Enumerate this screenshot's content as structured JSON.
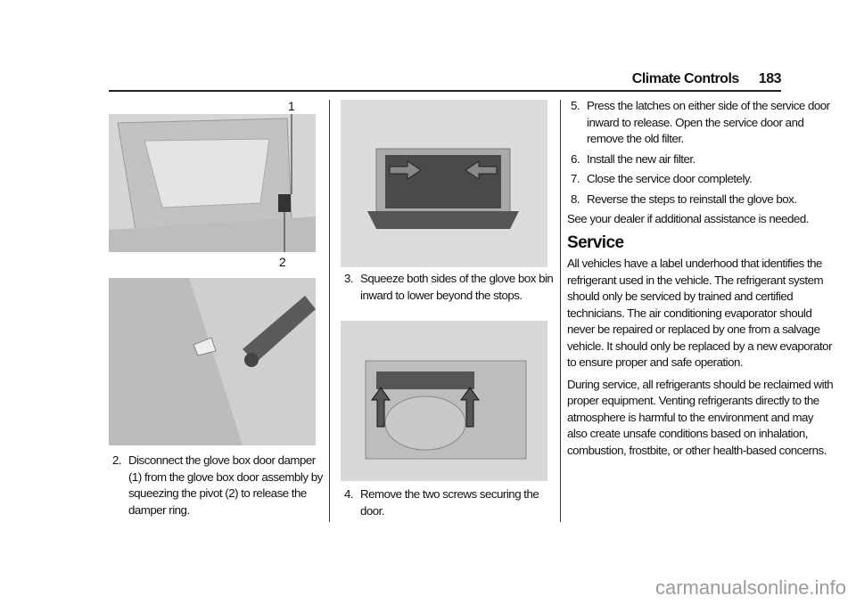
{
  "header": {
    "section_title": "Climate Controls",
    "page_number": "183"
  },
  "figures": {
    "fig1_callouts": [
      "1",
      "2"
    ]
  },
  "column1": {
    "steps": [
      {
        "num": "2.",
        "text": "Disconnect the glove box door damper (1) from the glove box door assembly by squeezing the pivot (2) to release the damper ring."
      }
    ]
  },
  "column2": {
    "steps": [
      {
        "num": "3.",
        "text": "Squeeze both sides of the glove box bin inward to lower beyond the stops."
      },
      {
        "num": "4.",
        "text": "Remove the two screws securing the door."
      }
    ]
  },
  "column3": {
    "steps": [
      {
        "num": "5.",
        "text": "Press the latches on either side of the service door inward to release. Open the service door and remove the old filter."
      },
      {
        "num": "6.",
        "text": "Install the new air filter."
      },
      {
        "num": "7.",
        "text": "Close the service door completely."
      },
      {
        "num": "8.",
        "text": "Reverse the steps to reinstall the glove box."
      }
    ],
    "note": "See your dealer if additional assistance is needed.",
    "service_heading": "Service",
    "service_p1": "All vehicles have a label underhood that identifies the refrigerant used in the vehicle. The refrigerant system should only be serviced by trained and certified technicians. The air conditioning evaporator should never be repaired or replaced by one from a salvage vehicle. It should only be replaced by a new evaporator to ensure proper and safe operation.",
    "service_p2": "During service, all refrigerants should be reclaimed with proper equipment. Venting refrigerants directly to the atmosphere is harmful to the environment and may also create unsafe conditions based on inhalation, combustion, frostbite, or other health-based concerns."
  },
  "watermark": "carmanualsonline.info"
}
